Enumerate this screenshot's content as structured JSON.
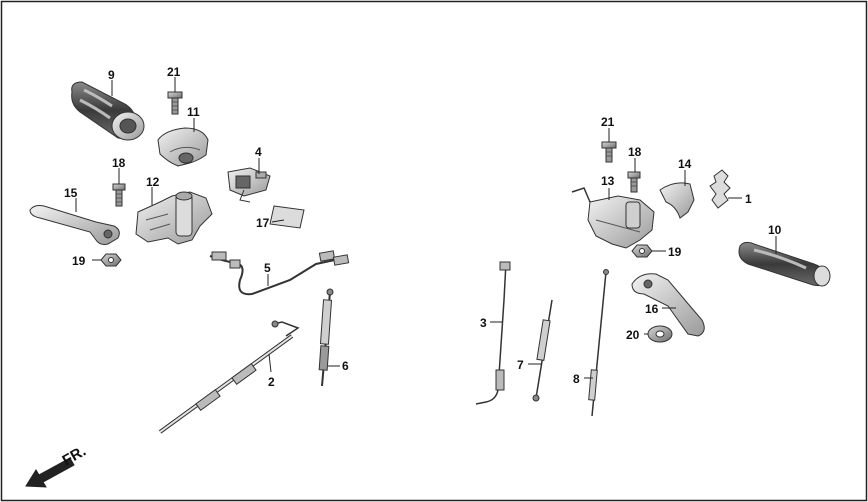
{
  "diagram": {
    "direction_label": "FR.",
    "callouts": {
      "p1": "1",
      "p2": "2",
      "p3": "3",
      "p4": "4",
      "p5": "5",
      "p6": "6",
      "p7": "7",
      "p8": "8",
      "p9": "9",
      "p10": "10",
      "p11": "11",
      "p12": "12",
      "p13": "13",
      "p14": "14",
      "p15": "15",
      "p16": "16",
      "p17": "17",
      "p18a": "18",
      "p18b": "18",
      "p19a": "19",
      "p19b": "19",
      "p20": "20",
      "p21a": "21",
      "p21b": "21"
    }
  }
}
